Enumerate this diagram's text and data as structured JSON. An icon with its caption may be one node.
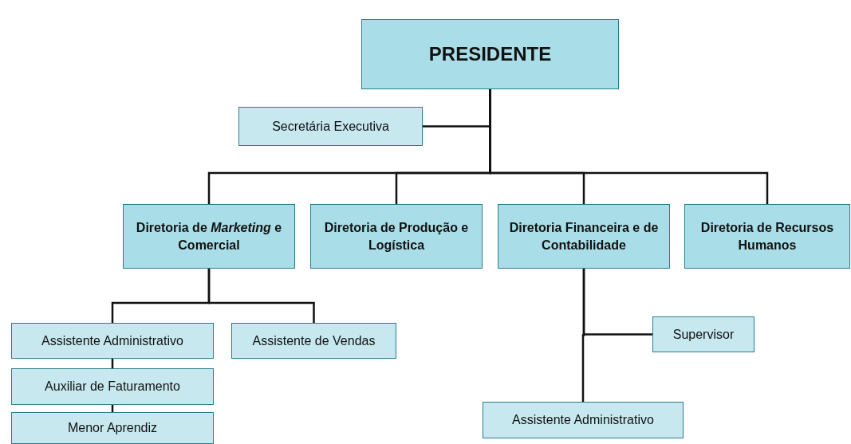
{
  "diagram": {
    "nodes": [
      {
        "text": [
          "PRESIDENTE"
        ]
      },
      {
        "text": [
          "Secretária Executiva"
        ]
      },
      {
        "text": [
          "Diretoria de *Marketing* e Comercial"
        ]
      },
      {
        "text": [
          "Diretoria de Produção e Logística"
        ]
      },
      {
        "text": [
          "Diretoria Financeira e de Contabilidade"
        ]
      },
      {
        "text": [
          "Diretoria de Recursos Humanos"
        ]
      },
      {
        "text": [
          "Assistente Administrativo"
        ]
      },
      {
        "text": [
          "Auxiliar de Faturamento"
        ]
      },
      {
        "text": [
          "Menor Aprendiz"
        ]
      },
      {
        "text": [
          "Assistente de Vendas"
        ]
      },
      {
        "text": [
          "Supervisor"
        ]
      },
      {
        "text": [
          "Assistente Administrativo"
        ]
      }
    ],
    "edges": [
      {
        "from": 0,
        "to": 1,
        "arrow": "none"
      },
      {
        "from": 0,
        "to": 2,
        "arrow": "none"
      },
      {
        "from": 0,
        "to": 3,
        "arrow": "none"
      },
      {
        "from": 0,
        "to": 4,
        "arrow": "none"
      },
      {
        "from": 0,
        "to": 5,
        "arrow": "none"
      },
      {
        "from": 2,
        "to": 6,
        "arrow": "none"
      },
      {
        "from": 2,
        "to": 9,
        "arrow": "none"
      },
      {
        "from": 6,
        "to": 7,
        "arrow": "none"
      },
      {
        "from": 7,
        "to": 8,
        "arrow": "none"
      },
      {
        "from": 4,
        "to": 10,
        "arrow": "none"
      },
      {
        "from": 4,
        "to": 11,
        "arrow": "none"
      }
    ]
  }
}
